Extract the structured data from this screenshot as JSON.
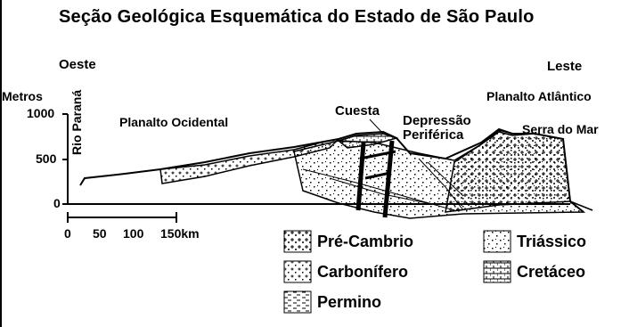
{
  "title": "Seção Geológica Esquemática do Estado de São Paulo",
  "directions": {
    "west": "Oeste",
    "east": "Leste"
  },
  "regions": {
    "planalto_ocidental": "Planalto Ocidental",
    "cuesta": "Cuesta",
    "depressao_1": "Depressão",
    "depressao_2": "Periférica",
    "planalto_atlantico": "Planalto Atlântico",
    "serra_do_mar": "Serra do Mar"
  },
  "river": "Rio Paraná",
  "axis": {
    "unit_label": "Metros",
    "ticks": [
      "1000",
      "500",
      "0"
    ]
  },
  "scale_bar": {
    "ticks": [
      "0",
      "50",
      "100",
      "150km"
    ]
  },
  "legend": [
    {
      "label": "Pré-Cambrio",
      "pattern": "pre-cambrian"
    },
    {
      "label": "Triássico",
      "pattern": "triassic"
    },
    {
      "label": "Carbonífero",
      "pattern": "carboniferous"
    },
    {
      "label": "Cretáceo",
      "pattern": "cretaceous"
    },
    {
      "label": "Permino",
      "pattern": "permian"
    }
  ]
}
